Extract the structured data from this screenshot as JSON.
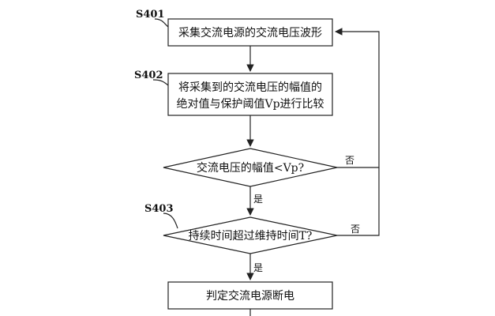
{
  "diagram": {
    "steps": {
      "s401": {
        "label": "S401",
        "text": "采集交流电源的交流电压波形"
      },
      "s402": {
        "label": "S402",
        "line1": "将采集到的交流电压的幅值的",
        "line2": "绝对值与保护阈值Vp进行比较"
      },
      "d1": {
        "text": "交流电压的幅值<Vp?"
      },
      "s403": {
        "label": "S403",
        "text": "持续时间超过维持时间T?"
      },
      "end": {
        "text": "判定交流电源断电"
      }
    },
    "edges": {
      "d1_no": "否",
      "d1_yes": "是",
      "d2_no": "否",
      "d2_yes": "是"
    }
  }
}
